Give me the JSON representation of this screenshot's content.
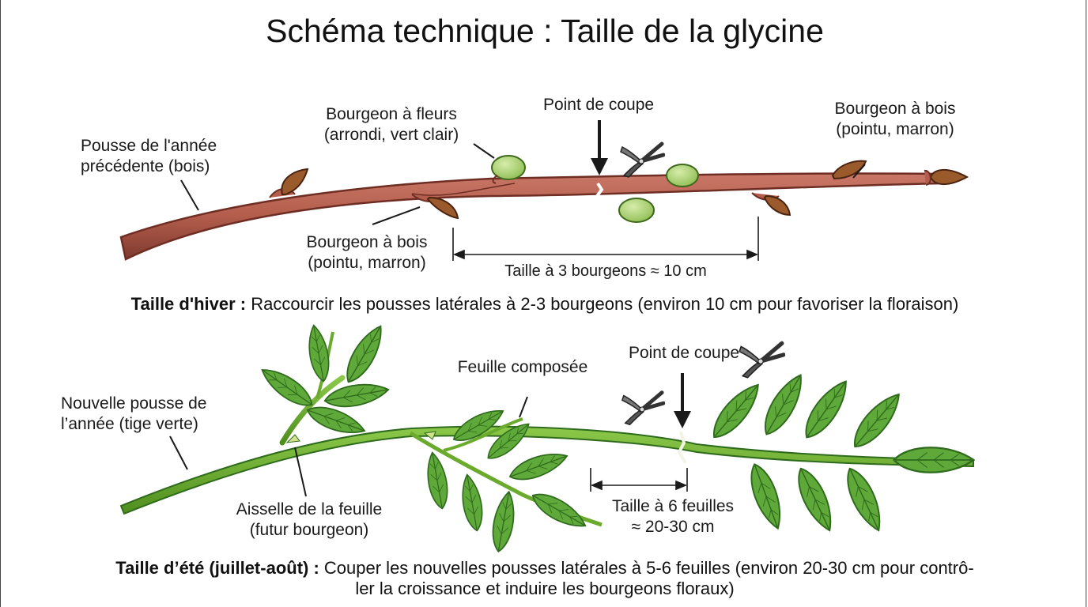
{
  "title": "Schéma technique : Taille de la glycine",
  "winter": {
    "label_previous_shoot": [
      "Pousse de l'année",
      "précédente (bois)"
    ],
    "label_flower_bud": [
      "Bourgeon à fleurs",
      "(arrondi, vert clair)"
    ],
    "label_cut_point": "Point de coupe",
    "label_wood_bud_right": [
      "Bourgeon à bois",
      "(pointu, marron)"
    ],
    "label_wood_bud_bottom": [
      "Bourgeon à bois",
      "(pointu, marron)"
    ],
    "label_measure": "Taille à 3 bourgeons ≈ 10 cm",
    "caption_bold": "Taille d'hiver :",
    "caption_text": " Raccourcir les pousses latérales à 2-3 bourgeons (environ 10 cm pour favoriser la floraison)"
  },
  "summer": {
    "label_new_shoot": [
      "Nouvelle pousse de",
      "l’année (tige verte)"
    ],
    "label_compound_leaf": "Feuille composée",
    "label_cut_point": "Point de coupe",
    "label_leaf_axil": [
      "Aisselle de la feuille",
      "(futur bourgeon)"
    ],
    "label_measure": [
      "Taille à 6 feuilles",
      "≈ 20-30 cm"
    ],
    "caption_bold": "Taille d’été (juillet-août) :",
    "caption_text_line1": " Couper les nouvelles pousses latérales à 5-6 feuilles (environ 20-30 cm pour contrô-",
    "caption_text_line2": "ler la croissance et induire les bourgeons floraux)"
  },
  "colors": {
    "wood_stem": "#b35d4c",
    "wood_stem_dark": "#6e2e24",
    "wood_bud": "#9a5a2c",
    "flower_bud": "#a9cf6e",
    "green_stem": "#6aaa2c",
    "leaf": "#5fa83a",
    "leaf_dark": "#2f6b1c",
    "ink": "#1a1a1a"
  },
  "icons": [
    "pruning-shears-icon",
    "cut-arrow-icon"
  ]
}
